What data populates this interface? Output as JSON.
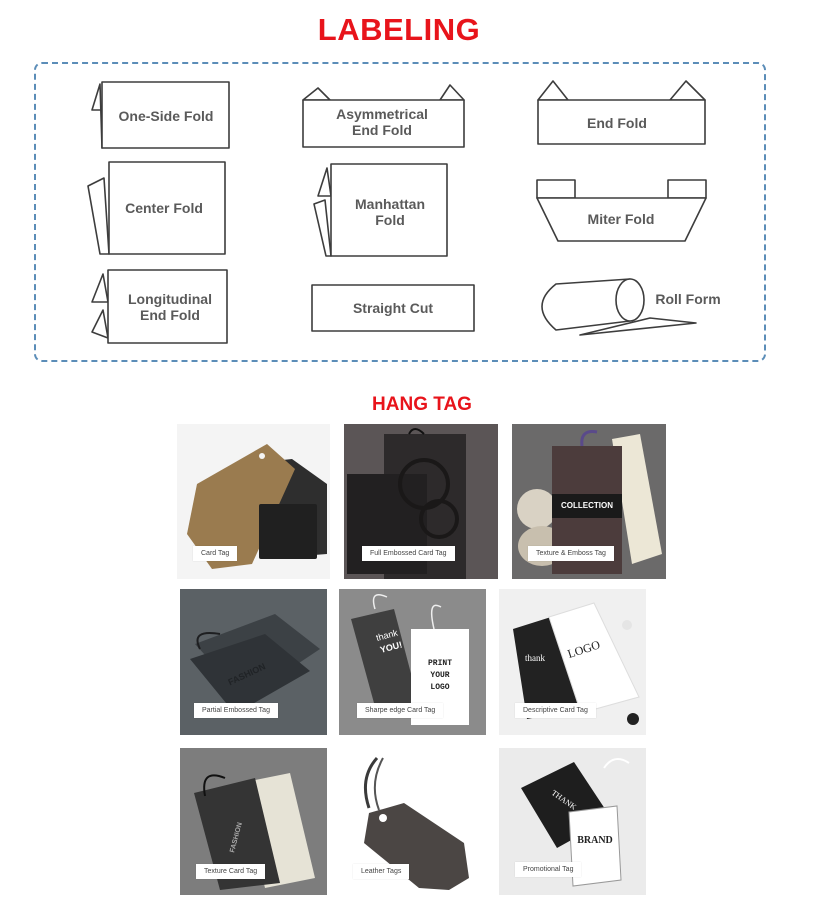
{
  "labeling": {
    "title": "LABELING",
    "folds": {
      "one_side": "One-Side Fold",
      "asym_1": "Asymmetrical",
      "asym_2": "End Fold",
      "end": "End Fold",
      "center": "Center Fold",
      "manhattan_1": "Manhattan",
      "manhattan_2": "Fold",
      "miter": "Miter Fold",
      "longitudinal_1": "Longitudinal",
      "longitudinal_2": "End Fold",
      "straight": "Straight Cut",
      "roll": "Roll Form"
    }
  },
  "hang_tag": {
    "title": "HANG TAG",
    "tiles": [
      {
        "caption": "Card Tag",
        "tag_text": ""
      },
      {
        "caption": "Full Embossed Card Tag",
        "tag_text": ""
      },
      {
        "caption": "Texture & Emboss Tag",
        "tag_text": "COLLECTION"
      },
      {
        "caption": "Partial Embossed Tag",
        "tag_text": "FASHION"
      },
      {
        "caption": "Sharpe edge Card Tag",
        "tag_text_1": "thank",
        "tag_text_2": "YOU!",
        "tag_text_3": "PRINT",
        "tag_text_4": "YOUR",
        "tag_text_5": "LOGO"
      },
      {
        "caption": "Descriptive Card Tag",
        "tag_text_1": "thank",
        "tag_text_2": "LOGO"
      },
      {
        "caption": "Texture Card Tag",
        "tag_text": "FASHION"
      },
      {
        "caption": "Leather Tags",
        "tag_text": ""
      },
      {
        "caption": "Promotional Tag",
        "tag_text_1": "THANK",
        "tag_text_2": "BRAND"
      }
    ]
  },
  "colors": {
    "accent": "#e8141b",
    "panel_border": "#5b8db8",
    "line": "#3d3d3d",
    "label_text": "#5a5a5a"
  }
}
